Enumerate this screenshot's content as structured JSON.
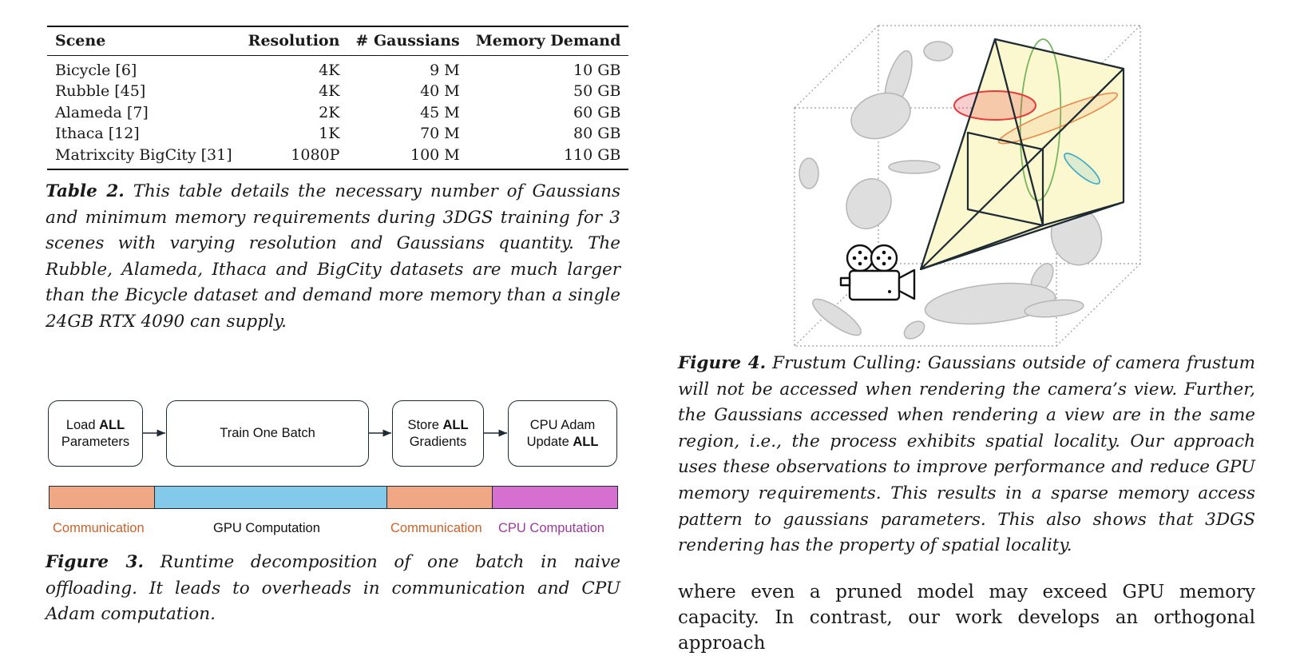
{
  "table2": {
    "headers": [
      "Scene",
      "Resolution",
      "# Gaussians",
      "Memory Demand"
    ],
    "rows": [
      [
        "Bicycle [6]",
        "4K",
        "9 M",
        "10 GB"
      ],
      [
        "Rubble [45]",
        "4K",
        "40 M",
        "50 GB"
      ],
      [
        "Alameda [7]",
        "2K",
        "45 M",
        "60 GB"
      ],
      [
        "Ithaca [12]",
        "1K",
        "70 M",
        "80 GB"
      ],
      [
        "Matrixcity BigCity [31]",
        "1080P",
        "100 M",
        "110 GB"
      ]
    ],
    "caption_label": "Table 2.",
    "caption_text": "This table details the necessary number of Gaussians and minimum memory requirements during 3DGS training for 3 scenes with varying resolution and Gaussians quantity. The Rubble, Alameda, Ithaca and BigCity datasets are much larger than the Bicycle dataset and demand more memory than a single 24GB RTX 4090 can supply."
  },
  "figure3": {
    "boxes": {
      "load": {
        "prefix": "Load ",
        "bold": "ALL",
        "line2": "Parameters"
      },
      "train": {
        "text": "Train One Batch"
      },
      "store": {
        "prefix": "Store ",
        "bold": "ALL",
        "line2": "Gradients"
      },
      "cpu_adam": {
        "line1": "CPU Adam",
        "prefix": "Update ",
        "bold": "ALL"
      }
    },
    "segments": [
      {
        "label": "Communication",
        "color": "#f0a884",
        "label_color": "#c9622c"
      },
      {
        "label": "GPU Computation",
        "color": "#83c9ea",
        "label_color": "#111111"
      },
      {
        "label": "Communication",
        "color": "#f0a884",
        "label_color": "#c9622c"
      },
      {
        "label": "CPU Computation",
        "color": "#d56fd0",
        "label_color": "#9b3a9a"
      }
    ],
    "caption_label": "Figure 3.",
    "caption_text": "Runtime decomposition of one batch in naive offloading. It leads to overheads in communication and CPU Adam computation."
  },
  "figure4": {
    "icon": "movie-camera-icon",
    "colors": {
      "frustum_fill": "#fbf8cf",
      "frustum_stroke": "#1e2b33",
      "gaussian_gray": "#dedede",
      "gaussian_red": "#e83a3a",
      "gaussian_green": "#79b561",
      "gaussian_orange": "#e98a4a",
      "gaussian_cyan": "#39a6c8"
    },
    "caption_label": "Figure 4.",
    "caption_text": "Frustum Culling: Gaussians outside of camera frustum will not be accessed when rendering the camera’s view. Further, the Gaussians accessed when rendering a view are in the same region, i.e., the process exhibits spatial locality. Our approach uses these observations to improve performance and reduce GPU memory requirements. This results in a sparse memory access pattern to gaussians parameters. This also shows that 3DGS rendering has the property of spatial locality."
  },
  "body_text": "where even a pruned model may exceed GPU memory capacity. In contrast, our work develops an orthogonal approach"
}
